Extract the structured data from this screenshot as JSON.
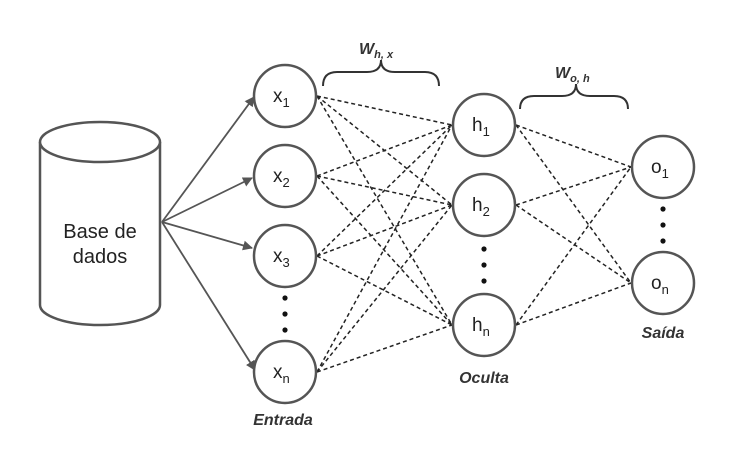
{
  "database": {
    "line1": "Base de",
    "line2": "dados"
  },
  "input_layer": {
    "label": "Entrada",
    "nodes": [
      {
        "base": "x",
        "sub": "1"
      },
      {
        "base": "x",
        "sub": "2"
      },
      {
        "base": "x",
        "sub": "3"
      },
      {
        "base": "x",
        "sub": "n"
      }
    ]
  },
  "hidden_layer": {
    "label": "Oculta",
    "nodes": [
      {
        "base": "h",
        "sub": "1"
      },
      {
        "base": "h",
        "sub": "2"
      },
      {
        "base": "h",
        "sub": "n"
      }
    ]
  },
  "output_layer": {
    "label": "Saída",
    "nodes": [
      {
        "base": "o",
        "sub": "1"
      },
      {
        "base": "o",
        "sub": "n"
      }
    ]
  },
  "weights": {
    "input_hidden": {
      "base": "W",
      "sub": "h, x"
    },
    "hidden_output": {
      "base": "W",
      "sub": "o, h"
    }
  },
  "colors": {
    "stroke": "#555555",
    "text": "#222222",
    "background": "#ffffff"
  }
}
